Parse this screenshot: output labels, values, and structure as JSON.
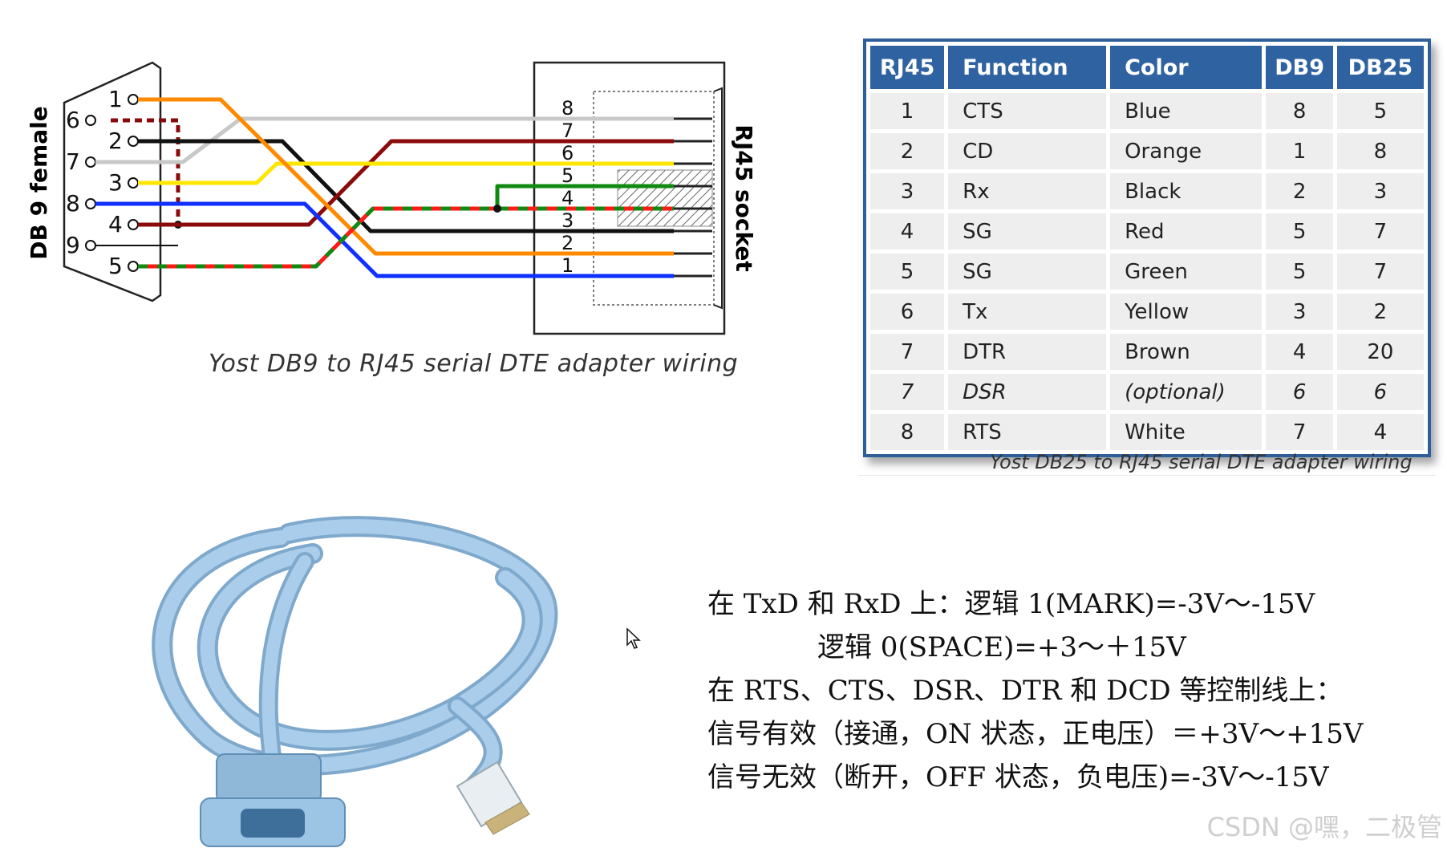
{
  "diagram": {
    "db9_label": "DB 9 female",
    "rj45_label": "RJ45 socket",
    "db9_pins": [
      {
        "num": "1",
        "label": "1"
      },
      {
        "num": "6",
        "label": "6"
      },
      {
        "num": "2",
        "label": "2"
      },
      {
        "num": "7",
        "label": "7"
      },
      {
        "num": "3",
        "label": "3"
      },
      {
        "num": "8",
        "label": "8"
      },
      {
        "num": "4",
        "label": "4"
      },
      {
        "num": "9",
        "label": "9"
      },
      {
        "num": "5",
        "label": "5"
      }
    ],
    "rj45_pins": [
      "8",
      "7",
      "6",
      "5",
      "4",
      "3",
      "2",
      "1"
    ],
    "caption": "Yost DB9 to RJ45 serial DTE adapter wiring",
    "wire_colors": {
      "orange": "#ff8a00",
      "white": "#c8c8c8",
      "black": "#111111",
      "yellow": "#ffe600",
      "blue": "#1030ff",
      "brown": "#8a0b0b",
      "red": "#ff1a1a",
      "green": "#108a10"
    }
  },
  "table": {
    "headers": [
      "RJ45",
      "Function",
      "Color",
      "DB9",
      "DB25"
    ],
    "rows": [
      [
        "1",
        "CTS",
        "Blue",
        "8",
        "5"
      ],
      [
        "2",
        "CD",
        "Orange",
        "1",
        "8"
      ],
      [
        "3",
        "Rx",
        "Black",
        "2",
        "3"
      ],
      [
        "4",
        "SG",
        "Red",
        "5",
        "7"
      ],
      [
        "5",
        "SG",
        "Green",
        "5",
        "7"
      ],
      [
        "6",
        "Tx",
        "Yellow",
        "3",
        "2"
      ],
      [
        "7",
        "DTR",
        "Brown",
        "4",
        "20"
      ],
      [
        "7",
        "DSR",
        "(optional)",
        "6",
        "6"
      ],
      [
        "8",
        "RTS",
        "White",
        "7",
        "4"
      ]
    ],
    "caption": "Yost DB25 to RJ45 serial DTE adapter wiring",
    "header_color": "#2f62a0",
    "border_color": "#2f5f98"
  },
  "notes": {
    "line1": "在 TxD 和 RxD 上：逻辑 1(MARK)=-3V～-15V",
    "line2": "逻辑 0(SPACE)=+3～＋15V",
    "line3": "在 RTS、CTS、DSR、DTR 和 DCD 等控制线上：",
    "line4": "信号有效（接通，ON 状态，正电压）＝+3V～+15V",
    "line5": "信号无效（断开，OFF 状态，负电压)=-3V～-15V"
  },
  "cable": {
    "color": "#9cc4e4"
  },
  "watermark": "CSDN @嘿，二极管"
}
